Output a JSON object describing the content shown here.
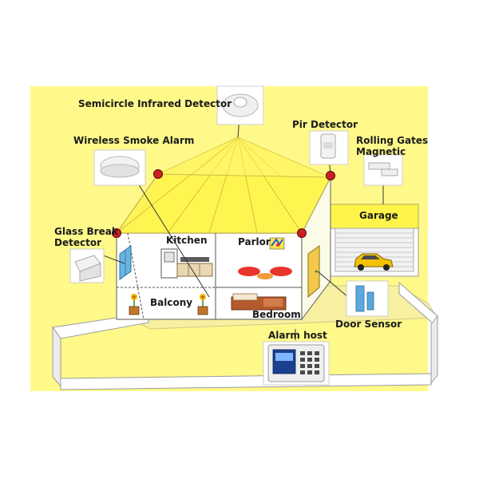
{
  "colors": {
    "background": "#fff98a",
    "wall": "#ffffff",
    "roof": "#fff44a",
    "sensor_dot": "#cc1f1f",
    "line": "#333333",
    "accent_blue": "#4aa3d8"
  },
  "labels": {
    "semicircle_infrared_detector": "Semicircle Infrared Detector",
    "wireless_smoke_alarm": "Wireless Smoke Alarm",
    "pir_detector": "Pir Detector",
    "rolling_gates_magnetic_line1": "Rolling Gates",
    "rolling_gates_magnetic_line2": "Magnetic",
    "glass_break_detector_line1": "Glass Break",
    "glass_break_detector_line2": "Detector",
    "garage": "Garage",
    "kitchen": "Kitchen",
    "parlor": "Parlor",
    "balcony": "Balcony",
    "bedroom": "Bedroom",
    "door_sensor": "Door Sensor",
    "alarm_host": "Alarm host"
  },
  "icons": {
    "infrared": "semicircle-infrared-detector-icon",
    "smoke": "smoke-alarm-icon",
    "pir": "pir-detector-icon",
    "gate": "rolling-gate-magnetic-icon",
    "glass": "glass-break-detector-icon",
    "door": "door-sensor-icon",
    "host": "alarm-host-icon",
    "car": "car-icon"
  }
}
